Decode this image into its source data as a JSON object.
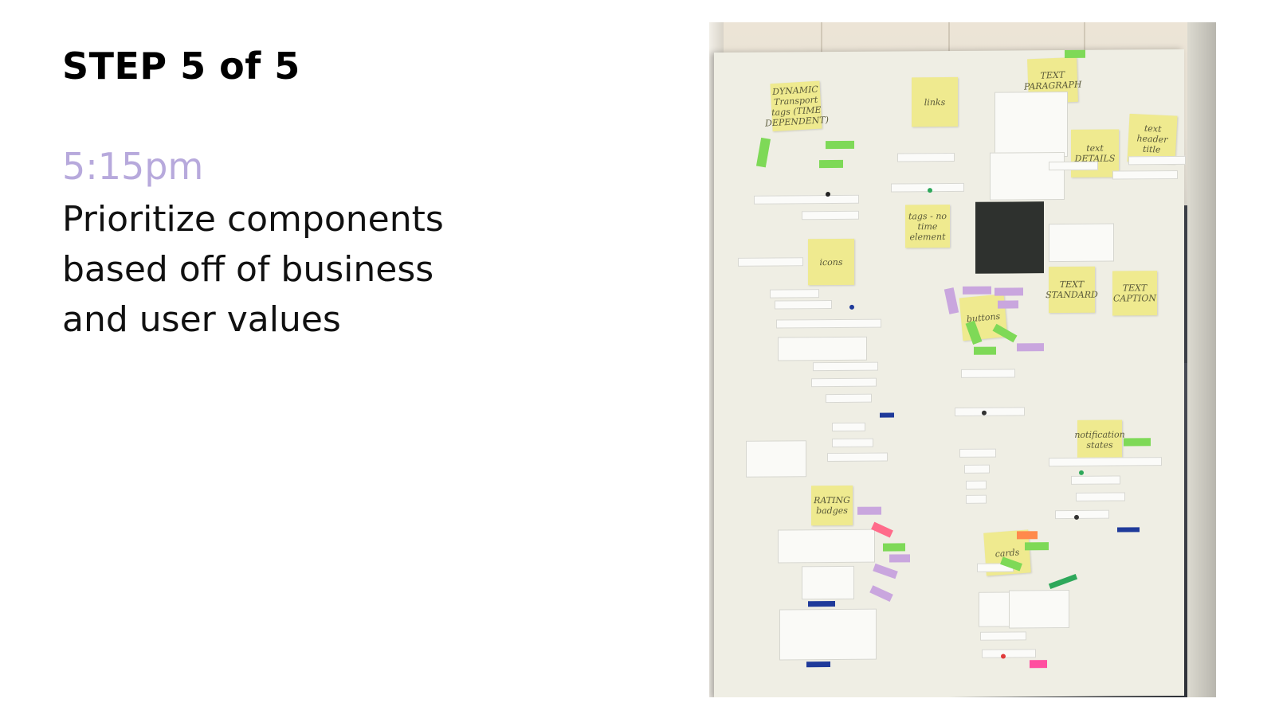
{
  "slide": {
    "step_title": "STEP 5 of 5",
    "time": "5:15pm",
    "description": "Prioritize components based off of business and user values"
  },
  "photo": {
    "stickies": [
      {
        "id": "dynamic-tags",
        "text": "DYNAMIC Transport tags (TIME DEPENDENT)"
      },
      {
        "id": "links",
        "text": "links"
      },
      {
        "id": "text-paragraph",
        "text": "TEXT PARAGRAPH"
      },
      {
        "id": "text-details",
        "text": "text DETAILS"
      },
      {
        "id": "text-header",
        "text": "text header title"
      },
      {
        "id": "tags",
        "text": "tags - no time element"
      },
      {
        "id": "icons",
        "text": "icons"
      },
      {
        "id": "buttons",
        "text": "buttons"
      },
      {
        "id": "text-standard",
        "text": "TEXT STANDARD"
      },
      {
        "id": "text-caption",
        "text": "TEXT CAPTION"
      },
      {
        "id": "notification-states",
        "text": "notification states"
      },
      {
        "id": "ratings",
        "text": "RATING badges"
      },
      {
        "id": "cards",
        "text": "cards"
      }
    ]
  }
}
